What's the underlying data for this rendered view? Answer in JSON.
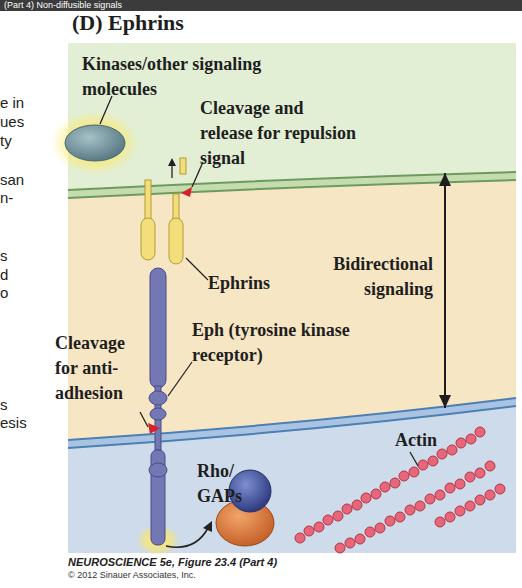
{
  "diagram": {
    "title": "(D) Ephrins",
    "caption": "NEUROSCIENCE 5e, Figure 23.4 (Part 4)",
    "nodes": [
      {
        "text": [
          "Kinases/other signaling molecules",
          "Cleavage and release for repulsion signal"
        ]
      },
      {
        "text": [
          "Actin"
        ]
      },
      {
        "text": [
          "Rho/ GAPs"
        ],
        "in": 1
      }
    ],
    "edges": [
      {
        "from": 0,
        "to": 1,
        "label": "Bidirectional signaling",
        "arrow": "both"
      }
    ],
    "labels": [
      "(Part 4) Non-diffusible signals",
      "e in",
      "ues",
      "ty",
      "san",
      "n-",
      "s",
      "d",
      "o",
      "s",
      "esis",
      "Ephrins",
      "Eph (tyrosine kinase receptor)",
      "Cleavage for anti-adhesion",
      "© 2012 Sinauer Associates, Inc."
    ]
  }
}
